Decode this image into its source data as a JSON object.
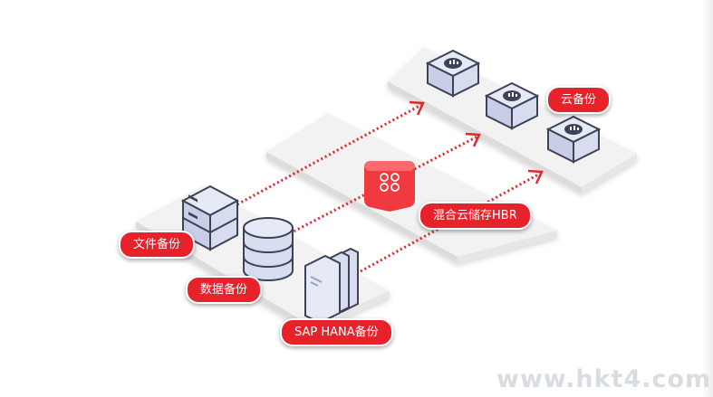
{
  "labels": {
    "cloud_backup": "云备份",
    "hbr": "混合云储存HBR",
    "file_backup": "文件备份",
    "db_backup": "数据备份",
    "sap_backup": "SAP HANA备份"
  },
  "watermark": "www.hkt4.com",
  "colors": {
    "accent_red": "#e8222b",
    "arrow_red": "#e0272f",
    "platform": "#f2f2f2",
    "device_top": "#e6e9f6",
    "device_side": "#c9cde6",
    "device_outline": "#3d4257"
  },
  "icons": [
    "server-icon",
    "database-icon",
    "sap-stack-icon",
    "hbr-node-icon",
    "cloud-storage-icon"
  ]
}
